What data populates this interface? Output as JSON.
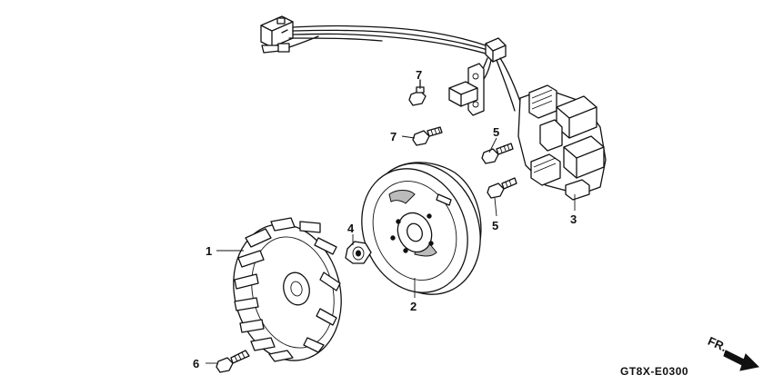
{
  "diagram_code": "GT8X-E0300",
  "direction_label": "FR.",
  "callouts": [
    {
      "id": "1",
      "text": "1"
    },
    {
      "id": "2",
      "text": "2"
    },
    {
      "id": "3",
      "text": "3"
    },
    {
      "id": "4",
      "text": "4"
    },
    {
      "id": "5a",
      "text": "5"
    },
    {
      "id": "5b",
      "text": "5"
    },
    {
      "id": "6",
      "text": "6"
    },
    {
      "id": "7a",
      "text": "7"
    },
    {
      "id": "7b",
      "text": "7"
    }
  ]
}
